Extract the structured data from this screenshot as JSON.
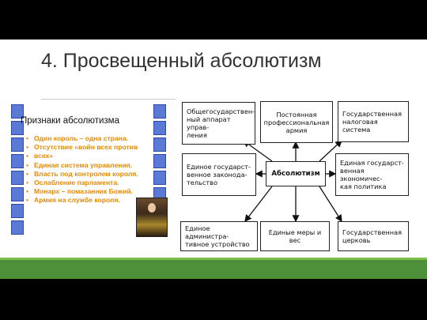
{
  "title": "4. Просвещенный абсолютизм",
  "panel": {
    "heading": "Признаки абсолютизма",
    "items": [
      "Один король – одна страна.",
      "Отсутствие «войн всех против",
      "всех»",
      "Единая система управления.",
      "Власть под контролем короля.",
      "Ослабление парламента.",
      "Монарх – помазанник Божий.",
      "Армия на службе короля."
    ]
  },
  "diagram": {
    "center": "Абсолютизм",
    "nodes": {
      "top_left": "Общегосударствен-\nный аппарат управ-\nления",
      "top_mid": "Постоянная\nпрофессиональная\nармия",
      "top_right": "Государственная\nналоговая система",
      "mid_left": "Единое государст-\nвенное законода-\nтельство",
      "mid_right": "Единая государст-\nвенная экономичес-\nкая политика",
      "bot_left": "Единое администра-\nтивное устройство",
      "bot_mid": "Единые меры и\nвес",
      "bot_right": "Государственная\nцерковь"
    }
  },
  "colors": {
    "accent_list": "#e98a00",
    "footer": "#4e8f3a",
    "rail": "#5a7ad6"
  }
}
